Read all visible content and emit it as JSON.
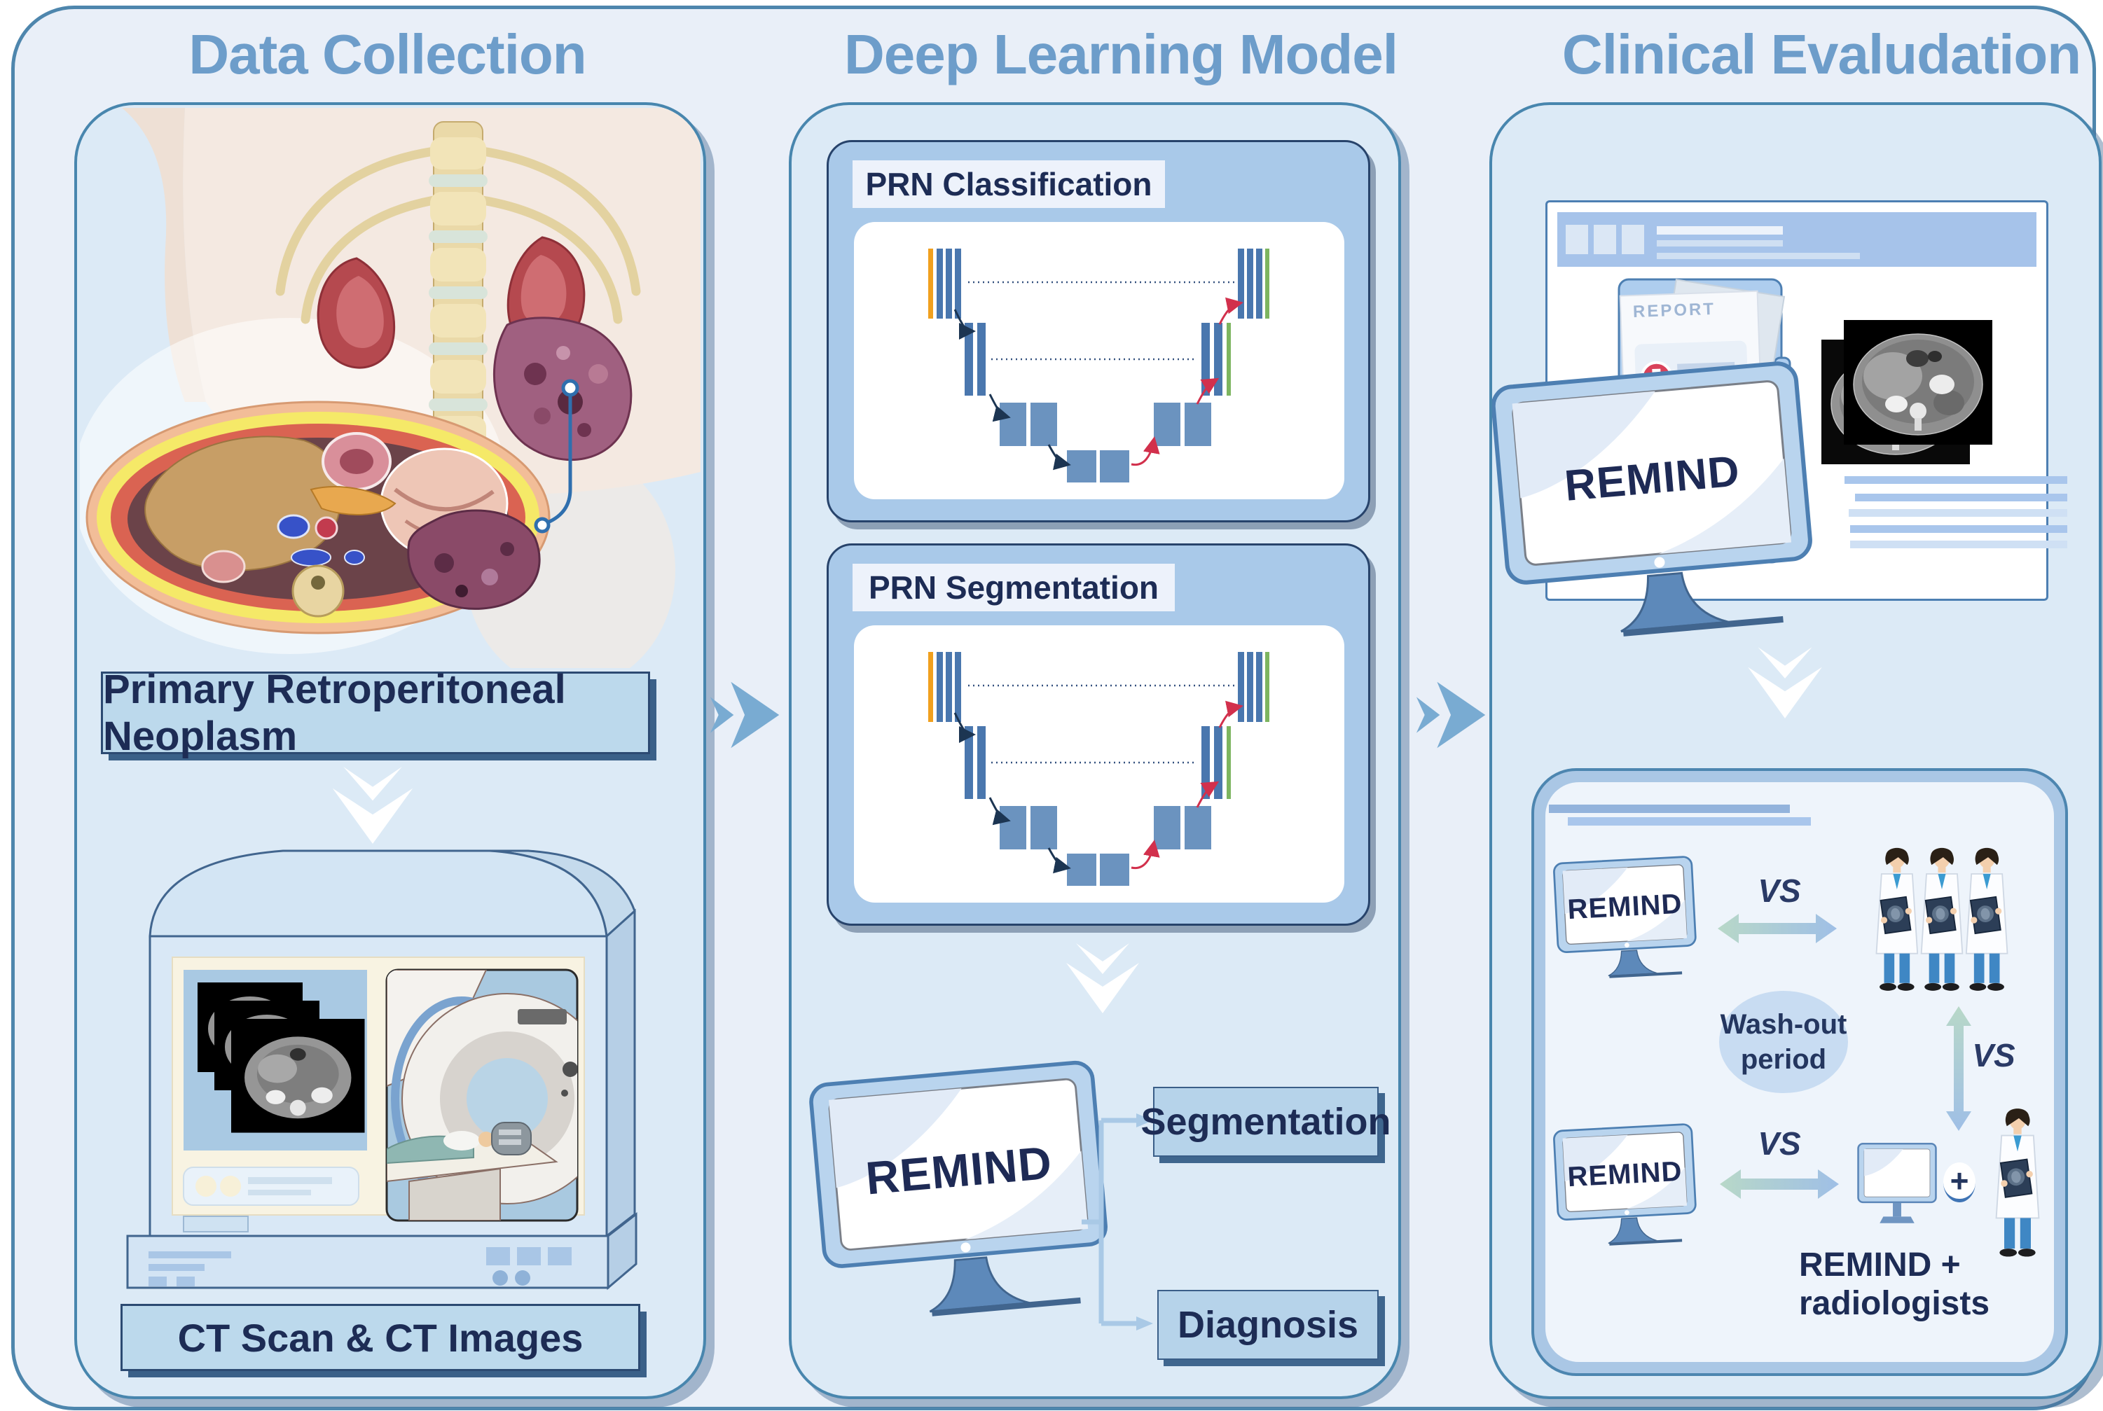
{
  "sections": [
    {
      "title": "Data Collection"
    },
    {
      "title": "Deep Learning Model"
    },
    {
      "title": "Clinical Evaludation"
    }
  ],
  "data_collection": {
    "neoplasm_label": "Primary Retroperitoneal Neoplasm",
    "ct_label": "CT Scan & CT Images"
  },
  "deep_learning": {
    "classification_title": "PRN Classification",
    "segmentation_title": "PRN Segmentation",
    "monitor_text": "REMIND",
    "output_segmentation": "Segmentation",
    "output_diagnosis": "Diagnosis"
  },
  "clinical": {
    "report_title": "REPORT",
    "monitor_text": "REMIND",
    "vs_row1": "VS",
    "vs_vertical": "VS",
    "vs_row2": "VS",
    "washout_line1": "Wash-out",
    "washout_line2": "period",
    "plus_sign": "+",
    "combo_label": "REMIND + radiologists"
  },
  "colors": {
    "title_blue": "#6d9dca",
    "navy_text": "#1d2c55",
    "panel_border": "#4886ae",
    "label_bg": "#bcd9ec",
    "chevron_blue": "#79abd2",
    "unet_bar_blue": "#4a77ae",
    "unet_input_orange": "#f0a01e",
    "unet_output_green": "#7db560",
    "decoder_arrow_red": "#d2304c",
    "encoder_arrow_navy": "#1c3552",
    "report_cross_red": "#d9415a"
  }
}
